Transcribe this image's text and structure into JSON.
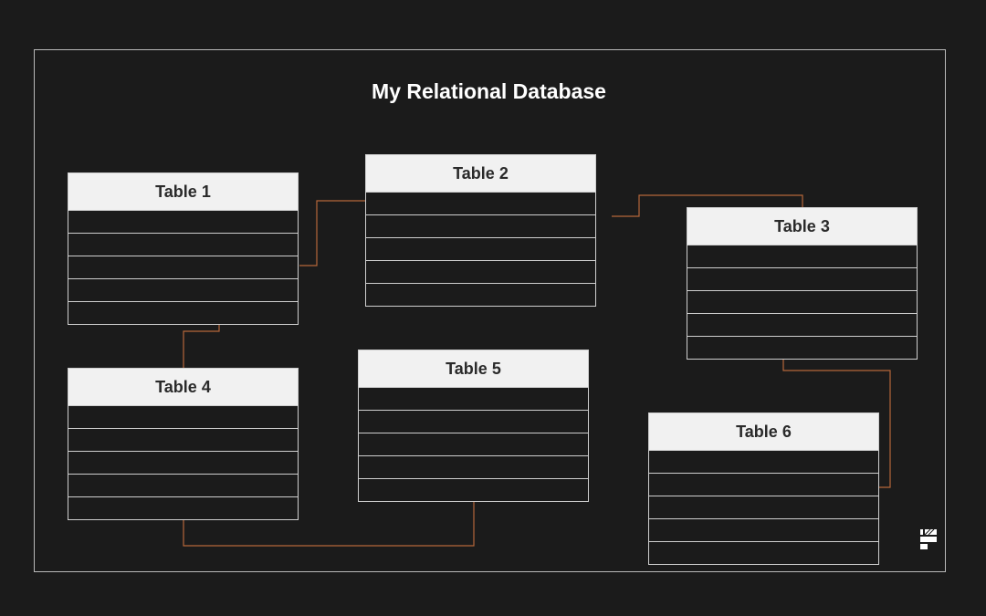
{
  "diagram": {
    "title": "My Relational Database",
    "colors": {
      "background": "#1b1b1b",
      "frame": "#b9b9b9",
      "table_border": "#cfcfcf",
      "header_fill": "#f1f1f1",
      "header_text": "#2a2a2a",
      "connector": "#b5673a",
      "title_text": "#ffffff"
    },
    "tables": [
      {
        "name": "Table 1",
        "rows": 5
      },
      {
        "name": "Table 2",
        "rows": 5
      },
      {
        "name": "Table 3",
        "rows": 5
      },
      {
        "name": "Table 4",
        "rows": 5
      },
      {
        "name": "Table 5",
        "rows": 5
      },
      {
        "name": "Table 6",
        "rows": 5
      }
    ],
    "relationships": [
      {
        "from": "Table 1",
        "to": "Table 2"
      },
      {
        "from": "Table 2",
        "to": "Table 3"
      },
      {
        "from": "Table 1",
        "to": "Table 4"
      },
      {
        "from": "Table 3",
        "to": "Table 6"
      },
      {
        "from": "Table 4",
        "to": "Table 5"
      }
    ],
    "logo_icon": "brand-logo-icon"
  }
}
